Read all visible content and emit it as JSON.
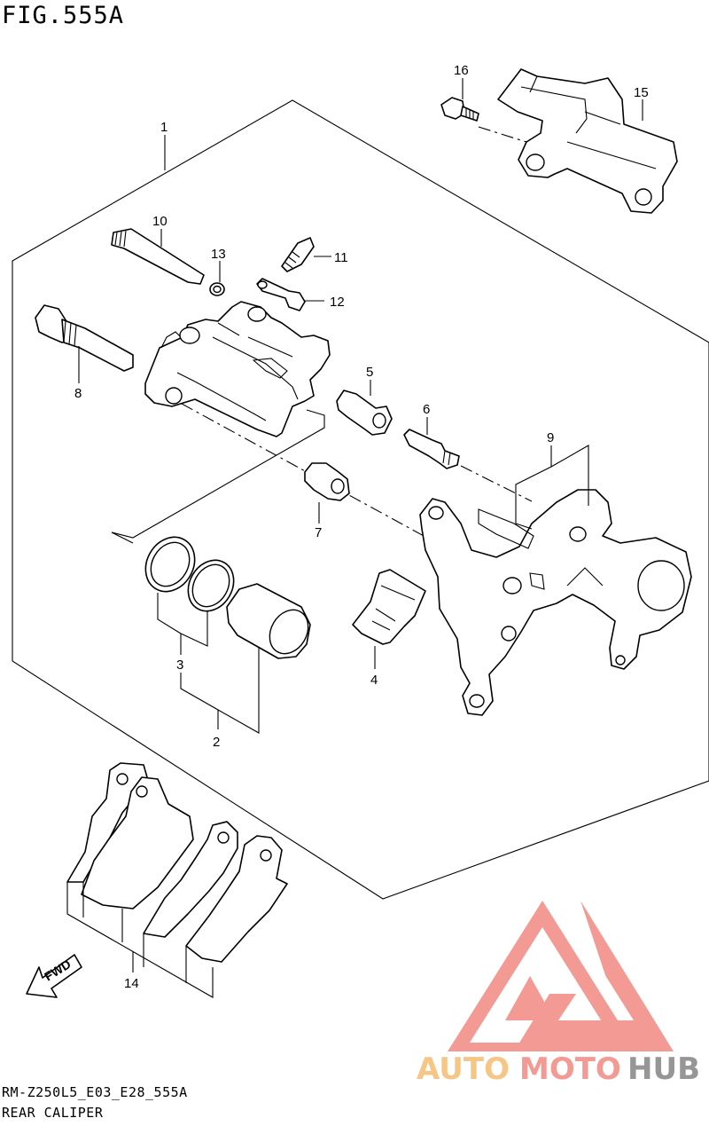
{
  "figure": {
    "title": "FIG.555A",
    "model_code": "RM-Z250L5_E03_E28_555A",
    "assembly_name": "REAR CALIPER"
  },
  "callouts": [
    "1",
    "2",
    "3",
    "4",
    "5",
    "6",
    "7",
    "8",
    "9",
    "10",
    "11",
    "12",
    "13",
    "14",
    "15",
    "16"
  ],
  "fwd_arrow": {
    "label": "FWD"
  },
  "watermark": {
    "word_part1": "AUTO",
    "word_part2": "MOTO",
    "word_part3": "HUB",
    "color_primary": "#f19088",
    "color_secondary": "#f4c07a",
    "color_dark": "#8b8b8b"
  }
}
